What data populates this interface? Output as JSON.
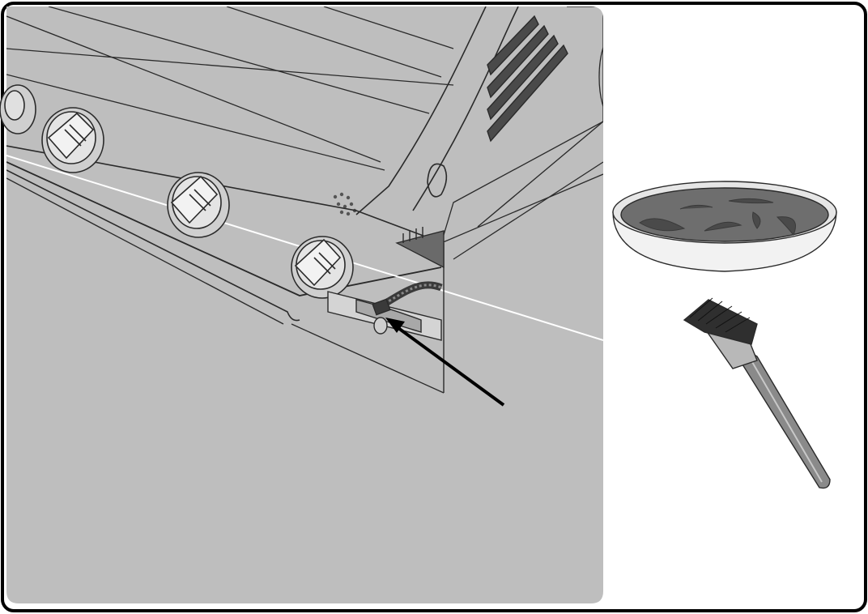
{
  "figure": {
    "panel_background": "#bebebe",
    "frame_color": "#000000",
    "line_color": "#333333",
    "items": [
      {
        "name": "gas-grill",
        "kind": "illustration"
      },
      {
        "name": "control-knob",
        "kind": "illustration",
        "count": 4
      },
      {
        "name": "hose-connection",
        "kind": "illustration"
      },
      {
        "name": "pointer-arrow",
        "kind": "annotation"
      },
      {
        "name": "soapy-water-dish",
        "kind": "illustration"
      },
      {
        "name": "basting-brush",
        "kind": "illustration"
      }
    ]
  }
}
